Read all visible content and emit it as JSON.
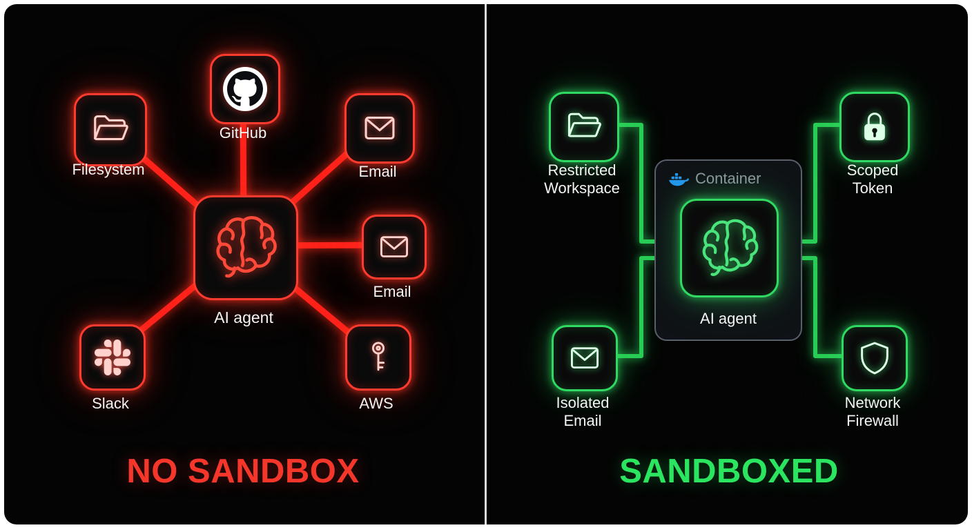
{
  "left_panel": {
    "title": "NO SANDBOX",
    "accent_color": "#ff3a2e",
    "agent": {
      "label": "AI agent",
      "icon": "brain-icon"
    },
    "nodes": {
      "filesystem": {
        "label": "Filesystem",
        "icon": "folder-icon"
      },
      "github": {
        "label": "GitHub",
        "icon": "github-icon"
      },
      "email_top": {
        "label": "Email",
        "icon": "envelope-icon"
      },
      "email_right": {
        "label": "Email",
        "icon": "envelope-icon"
      },
      "slack": {
        "label": "Slack",
        "icon": "slack-icon"
      },
      "aws": {
        "label": "AWS",
        "icon": "key-icon"
      }
    }
  },
  "right_panel": {
    "title": "SANDBOXED",
    "accent_color": "#2be45f",
    "container": {
      "label": "Container",
      "icon": "docker-icon"
    },
    "agent": {
      "label": "AI agent",
      "icon": "brain-icon"
    },
    "nodes": {
      "restricted_workspace": {
        "label": "Restricted Workspace",
        "icon": "folder-icon"
      },
      "scoped_token": {
        "label": "Scoped Token",
        "icon": "lock-icon"
      },
      "isolated_email": {
        "label": "Isolated Email",
        "icon": "envelope-icon"
      },
      "network_firewall": {
        "label": "Network Firewall",
        "icon": "shield-icon"
      }
    }
  },
  "icons": {
    "folder-icon": "open folder outline",
    "github-icon": "GitHub octocat mark on white circle",
    "envelope-icon": "mail envelope outline",
    "brain-icon": "neon brain outline",
    "slack-icon": "Slack mark",
    "key-icon": "key outline",
    "lock-icon": "padlock",
    "shield-icon": "security shield outline",
    "docker-icon": "Docker whale"
  },
  "colors": {
    "background": "#040404",
    "divider": "#dcdcdc",
    "label_text": "#f4f4f4",
    "red_accent": "#ff3a2e",
    "red_wire": "#ff231b",
    "green_accent": "#30d962",
    "green_wire": "#29cd55",
    "container_border": "#59606a",
    "container_text": "#8f97a1",
    "docker_blue": "#2496ed"
  }
}
